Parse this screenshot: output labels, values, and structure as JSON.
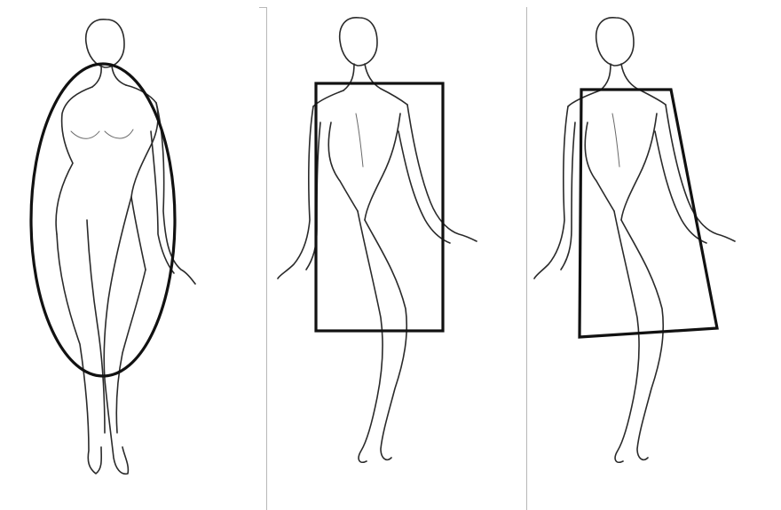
{
  "figure": {
    "panels": [
      {
        "shape": "oval"
      },
      {
        "shape": "rectangle"
      },
      {
        "shape": "trapezoid"
      }
    ],
    "colors": {
      "background": "#ffffff",
      "sketch": "#2a2a2a",
      "outline": "#111111",
      "divider": "#b8b8b8"
    }
  }
}
